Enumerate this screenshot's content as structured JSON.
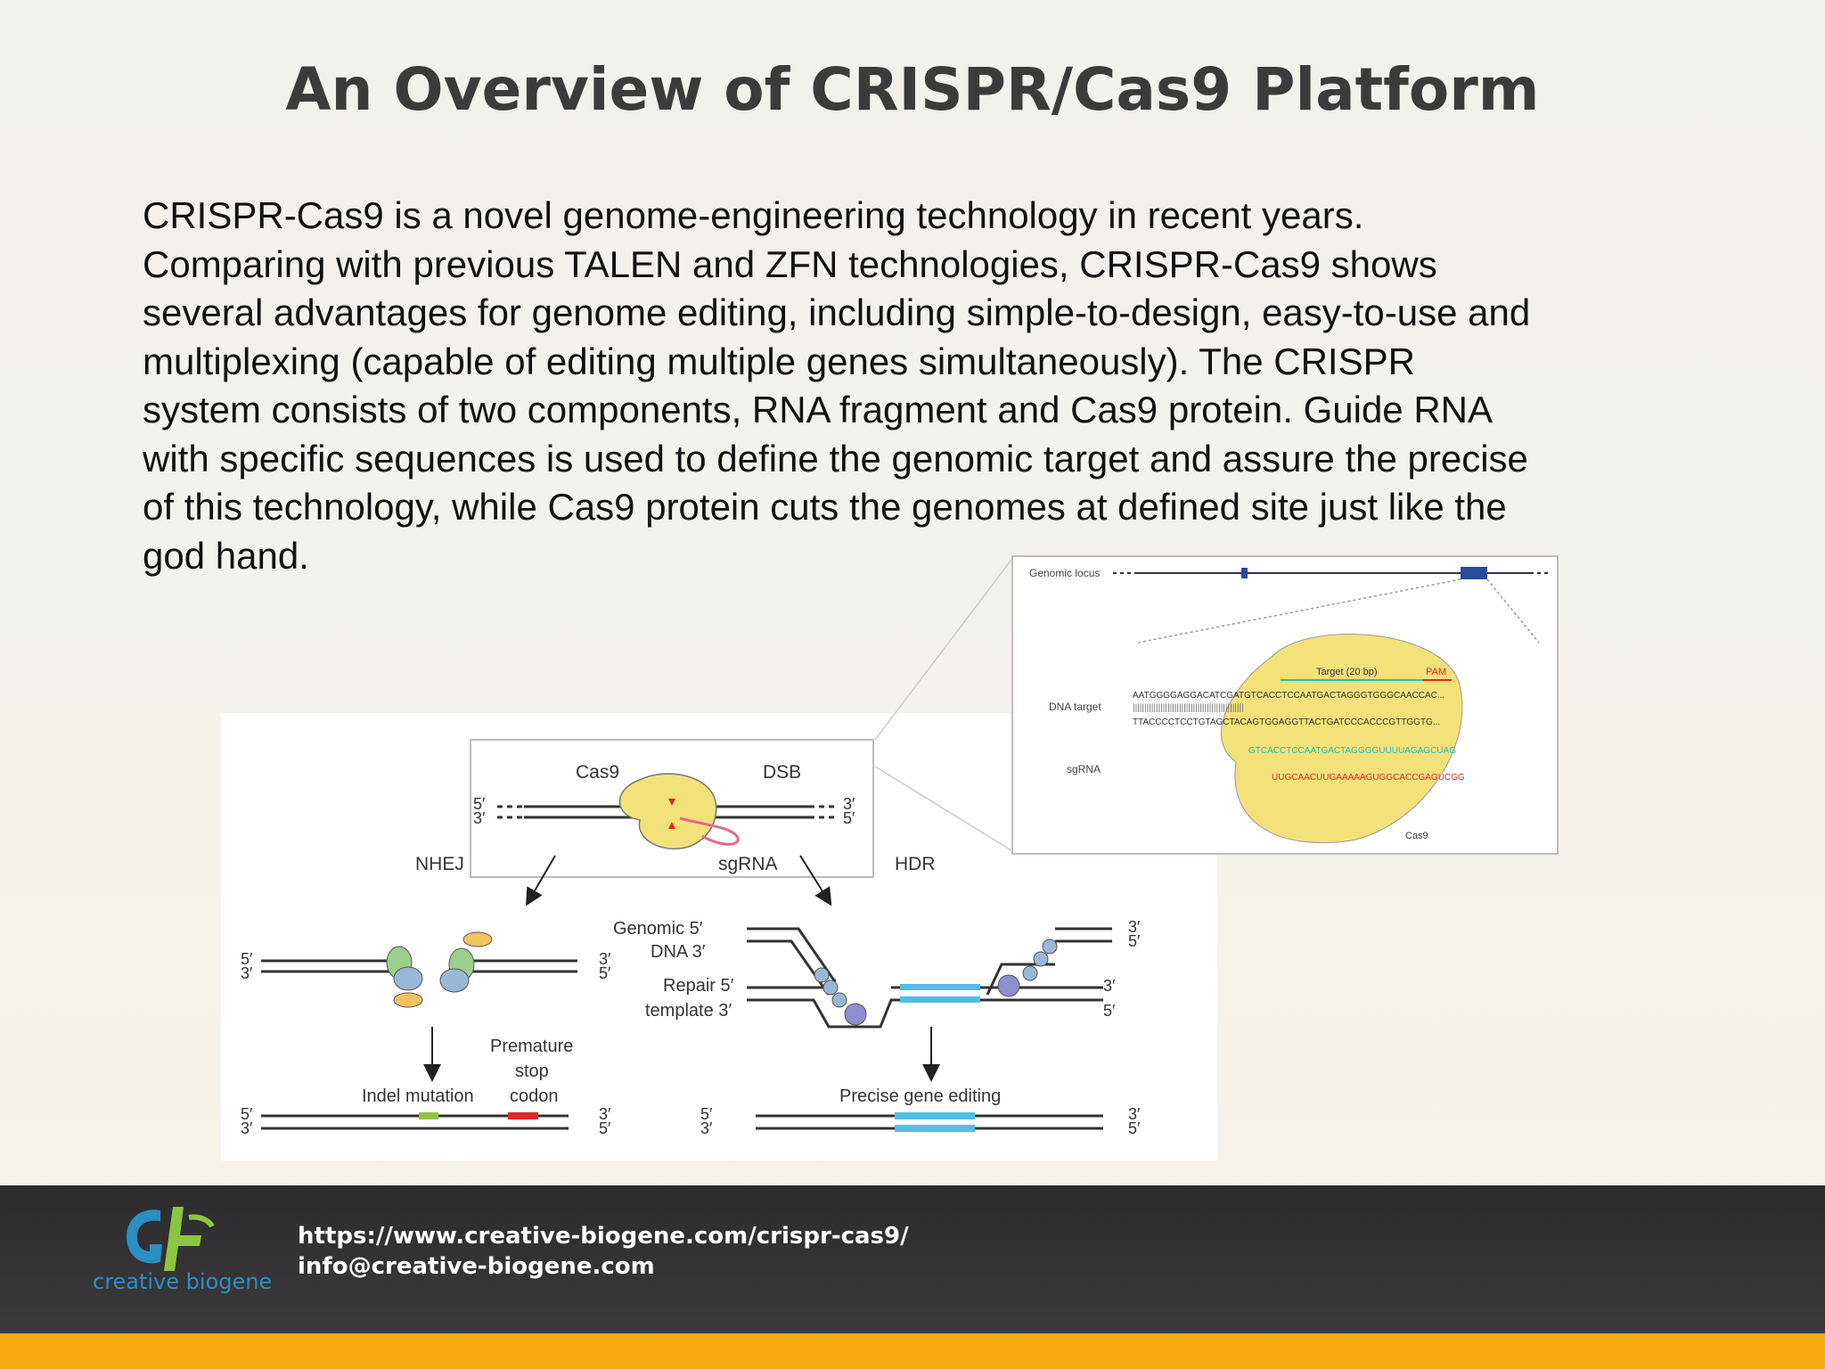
{
  "slide": {
    "title": "An Overview of CRISPR/Cas9 Platform",
    "paragraph_lines": [
      "CRISPR-Cas9 is a novel genome-engineering technology in recent years.",
      "Comparing with previous TALEN and ZFN technologies, CRISPR-Cas9 shows",
      "several advantages for genome editing, including simple-to-design, easy-to-use and",
      "multiplexing (capable of editing multiple genes simultaneously). The CRISPR",
      "system consists of two components, RNA fragment and Cas9 protein. Guide RNA",
      "with specific sequences is used to define the genomic target and assure the precise",
      "of this technology, while Cas9 protein cuts the genomes at defined site just like the",
      "god hand."
    ]
  },
  "figure": {
    "cas9": "Cas9",
    "dsb": "DSB",
    "sgrna": "sgRNA",
    "nhej": "NHEJ",
    "hdr": "HDR",
    "five_prime": "5′",
    "three_prime": "3′",
    "genomic": "Genomic 5′",
    "dna": "DNA 3′",
    "repair": "Repair 5′",
    "template": "template 3′",
    "premature": "Premature",
    "stop": "stop",
    "codon": "codon",
    "indel_mutation": "Indel mutation",
    "precise_gene_editing": "Precise gene editing"
  },
  "inset": {
    "genomic_locus": "Genomic locus",
    "target": "Target (20 bp)",
    "pam": "PAM",
    "dna_target": "DNA target",
    "sgrna": "sgRNA",
    "cas9": "Cas9",
    "seq_top": "AATGGGGAGGACATCGATGTCACCTCCAATGACTAGGGTGGGCAACCAC...",
    "seq_bottom": "TTACCCCTCCTGTAGCTACAGTGGAGGTTACTGATCCCACCCGTTGGTG...",
    "rna_seq": "GTCACCTCCAATGACTAGGGGUUUUAGAGCUAG",
    "rna_seq2": "UUGCAACUUGAAAAAGUGGCACCGAGUCGG"
  },
  "footer": {
    "url": "https://www.creative-biogene.com/crispr-cas9/",
    "email": "info@creative-biogene.com",
    "logo_text": "creative biogene"
  },
  "colors": {
    "footer_bg": "#333033",
    "footer_stripe": "#f4ac12",
    "cas9_yellow": "#f3e27a",
    "blue_insert": "#4fbfe6",
    "red_codon": "#e3242b",
    "green_indel": "#8cc63f",
    "logo_blue": "#2b8fc2",
    "logo_green": "#8cc63f"
  }
}
